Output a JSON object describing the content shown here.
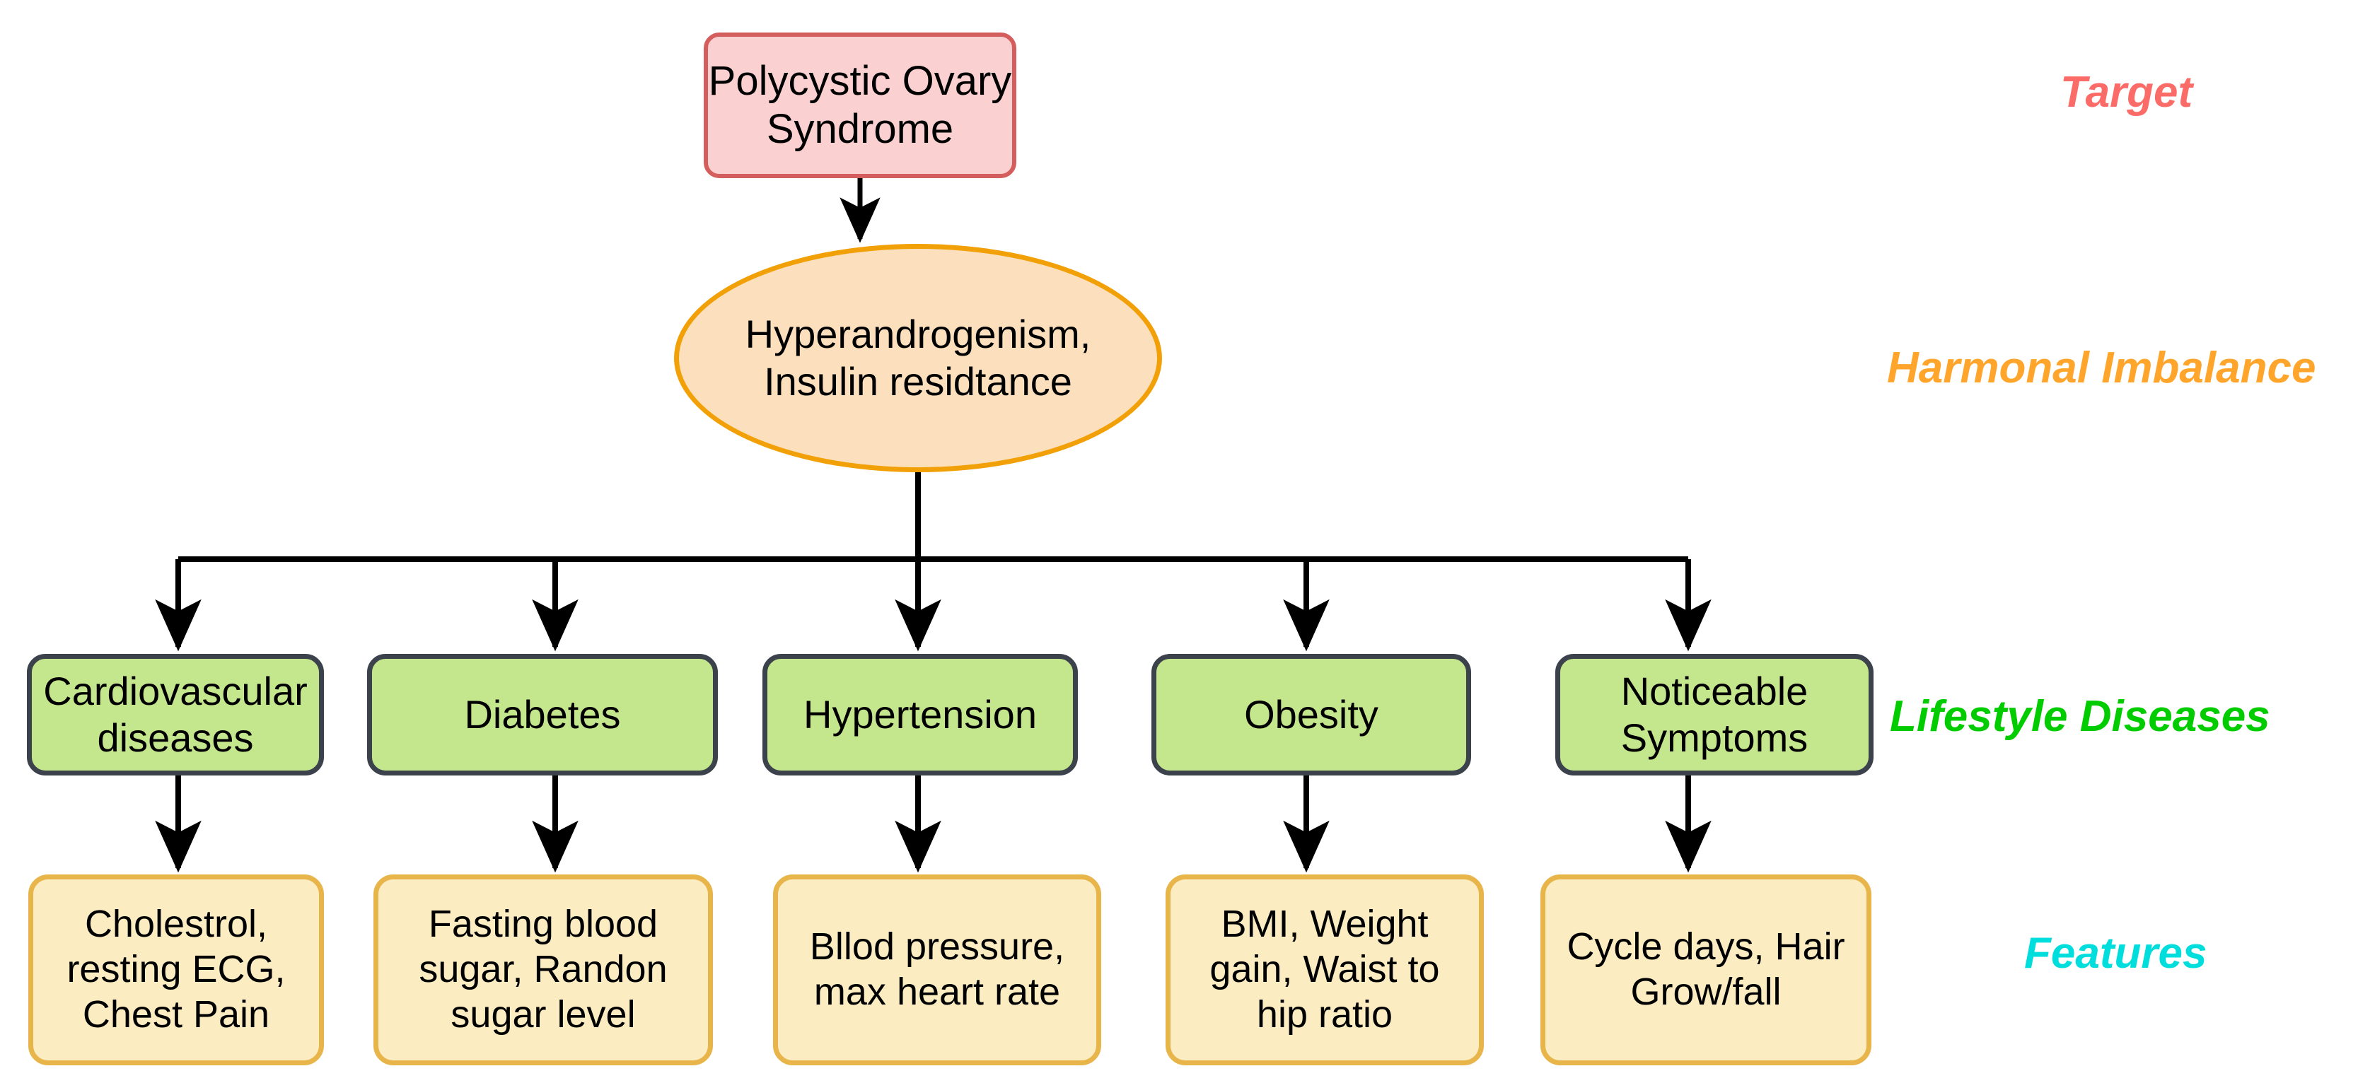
{
  "diagram": {
    "title_text": "Polycystic Ovary Syndrome lifestyle disease feature hierarchy",
    "colors": {
      "target_fill": "#fad0d0",
      "target_stroke": "#d45e5e",
      "hormonal_fill": "#fce0bd",
      "hormonal_stroke": "#f2a007",
      "disease_fill": "#c4e68c",
      "disease_stroke": "#3b424c",
      "feature_fill": "#fcecc2",
      "feature_stroke": "#e8b54a",
      "edge": "#000000",
      "label_target": "#fb6b68",
      "label_hormonal": "#ffa52b",
      "label_lifestyle": "#00cc00",
      "label_features": "#00dddd"
    },
    "target": {
      "label": "Polycystic Ovary\nSyndrome"
    },
    "hormonal": {
      "label": "Hyperandrogenism,\nInsulin residtance"
    },
    "diseases": [
      {
        "label": "Cardiovascular\ndiseases"
      },
      {
        "label": "Diabetes"
      },
      {
        "label": "Hypertension"
      },
      {
        "label": "Obesity"
      },
      {
        "label": "Noticeable\nSymptoms"
      }
    ],
    "features": [
      {
        "label": "Cholestrol,\nresting ECG,\nChest Pain"
      },
      {
        "label": "Fasting blood\nsugar, Randon\nsugar level"
      },
      {
        "label": "Bllod pressure,\nmax heart rate"
      },
      {
        "label": "BMI, Weight\ngain, Waist to\nhip ratio"
      },
      {
        "label": "Cycle days, Hair\nGrow/fall"
      }
    ],
    "lane_labels": {
      "target": "Target",
      "hormonal": "Harmonal Imbalance",
      "lifestyle": "Lifestyle Diseases",
      "features": "Features"
    }
  }
}
